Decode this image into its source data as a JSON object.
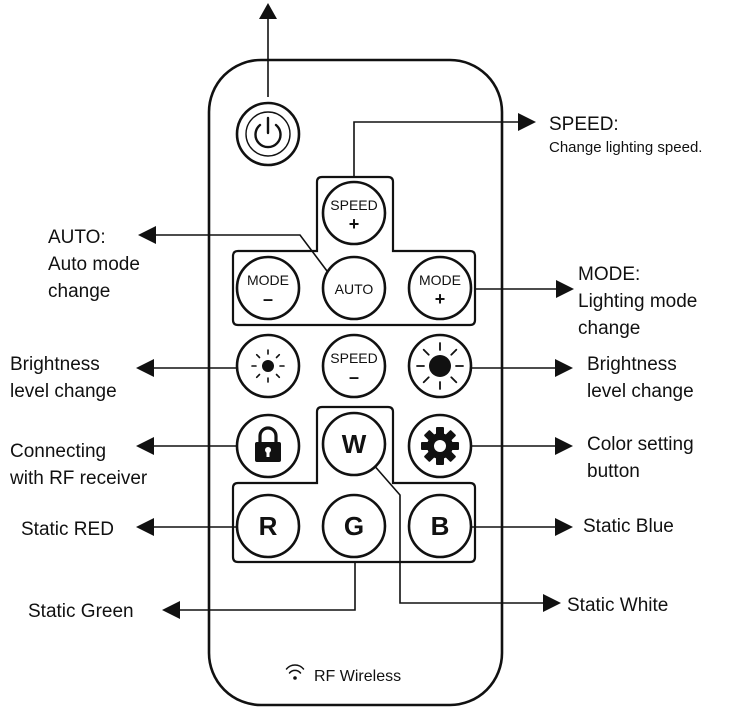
{
  "remote": {
    "footer_text": "RF Wireless",
    "buttons": {
      "speed_plus": {
        "line1": "SPEED",
        "line2": "+"
      },
      "mode_minus": {
        "line1": "MODE",
        "line2": "–"
      },
      "auto": {
        "line1": "AUTO"
      },
      "mode_plus": {
        "line1": "MODE",
        "line2": "+"
      },
      "speed_minus": {
        "line1": "SPEED",
        "line2": "–"
      },
      "white": {
        "letter": "W"
      },
      "red": {
        "letter": "R"
      },
      "green": {
        "letter": "G"
      },
      "blue": {
        "letter": "B"
      }
    }
  },
  "labels": {
    "speed": {
      "title": "SPEED:",
      "subtitle": "Change lighting speed."
    },
    "auto": {
      "line1": "AUTO:",
      "line2": "Auto mode",
      "line3": "change"
    },
    "mode": {
      "line1": "MODE:",
      "line2": "Lighting mode",
      "line3": "change"
    },
    "brightness_left": {
      "line1": "Brightness",
      "line2": "level change"
    },
    "brightness_right": {
      "line1": "Brightness",
      "line2": "level change"
    },
    "connect": {
      "line1": "Connecting",
      "line2": "with RF receiver"
    },
    "color_setting": {
      "line1": "Color setting",
      "line2": "button"
    },
    "static_red": "Static RED",
    "static_blue": "Static Blue",
    "static_green": "Static Green",
    "static_white": "Static White"
  }
}
